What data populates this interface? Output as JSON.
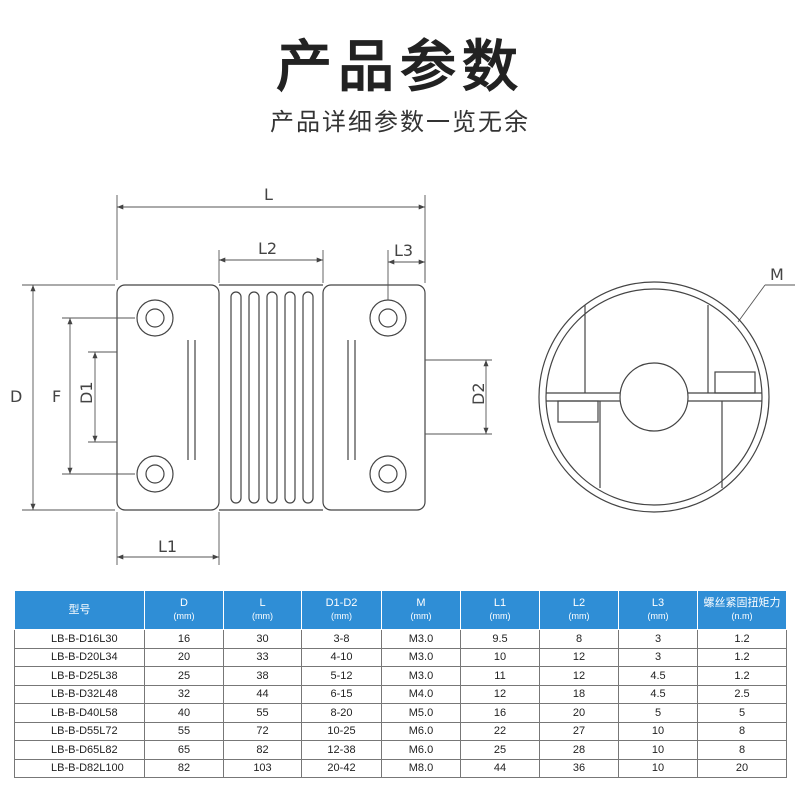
{
  "header": {
    "title": "产品参数",
    "subtitle": "产品详细参数一览无余"
  },
  "drawing_labels": {
    "L": "L",
    "L2": "L2",
    "L3": "L3",
    "D": "D",
    "F": "F",
    "D1": "D1",
    "D2": "D2",
    "L1": "L1",
    "M": "M"
  },
  "table": {
    "headers": [
      {
        "name": "型号",
        "unit": ""
      },
      {
        "name": "D",
        "unit": "(mm)"
      },
      {
        "name": "L",
        "unit": "(mm)"
      },
      {
        "name": "D1-D2",
        "unit": "(mm)"
      },
      {
        "name": "M",
        "unit": "(mm)"
      },
      {
        "name": "L1",
        "unit": "(mm)"
      },
      {
        "name": "L2",
        "unit": "(mm)"
      },
      {
        "name": "L3",
        "unit": "(mm)"
      },
      {
        "name": "螺丝紧固扭矩力",
        "unit": "(n.m)"
      }
    ],
    "rows": [
      [
        "LB-B-D16L30",
        "16",
        "30",
        "3-8",
        "M3.0",
        "9.5",
        "8",
        "3",
        "1.2"
      ],
      [
        "LB-B-D20L34",
        "20",
        "33",
        "4-10",
        "M3.0",
        "10",
        "12",
        "3",
        "1.2"
      ],
      [
        "LB-B-D25L38",
        "25",
        "38",
        "5-12",
        "M3.0",
        "11",
        "12",
        "4.5",
        "1.2"
      ],
      [
        "LB-B-D32L48",
        "32",
        "44",
        "6-15",
        "M4.0",
        "12",
        "18",
        "4.5",
        "2.5"
      ],
      [
        "LB-B-D40L58",
        "40",
        "55",
        "8-20",
        "M5.0",
        "16",
        "20",
        "5",
        "5"
      ],
      [
        "LB-B-D55L72",
        "55",
        "72",
        "10-25",
        "M6.0",
        "22",
        "27",
        "10",
        "8"
      ],
      [
        "LB-B-D65L82",
        "65",
        "82",
        "12-38",
        "M6.0",
        "25",
        "28",
        "10",
        "8"
      ],
      [
        "LB-B-D82L100",
        "82",
        "103",
        "20-42",
        "M8.0",
        "44",
        "36",
        "10",
        "20"
      ]
    ]
  },
  "colors": {
    "header_bg": "#2f8ed6",
    "header_text": "#ffffff",
    "line": "#444444"
  }
}
